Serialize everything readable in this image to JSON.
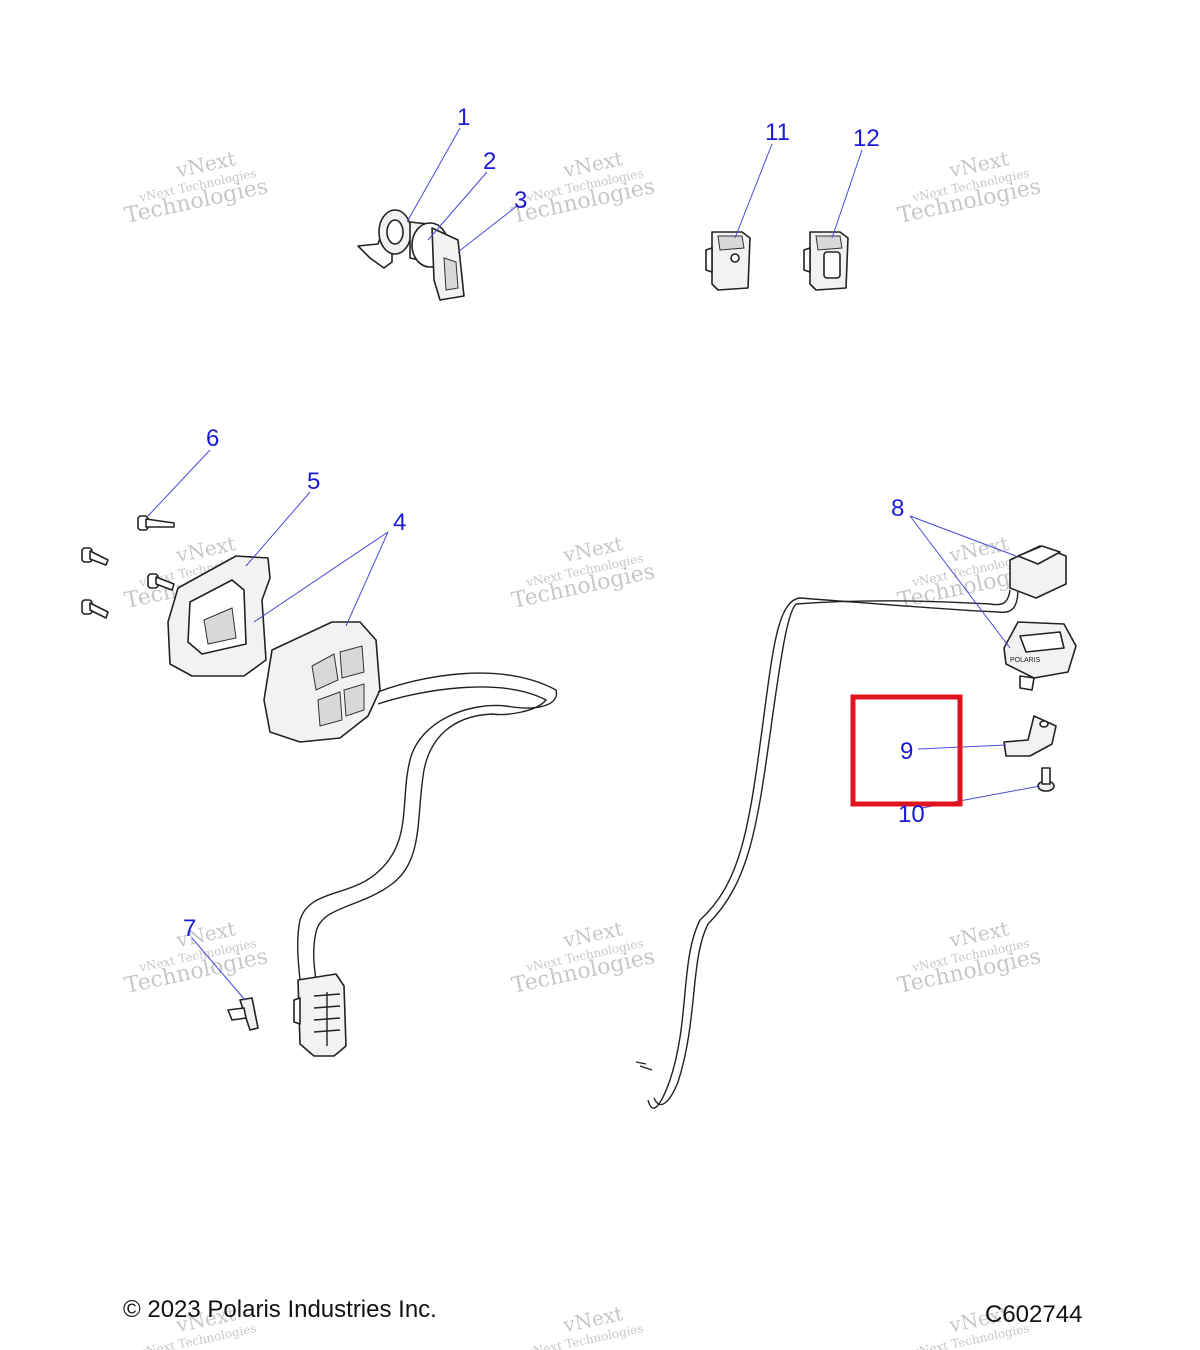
{
  "callouts": {
    "c1": "1",
    "c2": "2",
    "c3": "3",
    "c4": "4",
    "c5": "5",
    "c6": "6",
    "c7": "7",
    "c8": "8",
    "c9": "9",
    "c10": "10",
    "c11": "11",
    "c12": "12"
  },
  "watermark": {
    "line1": "vNext",
    "line2": "vNext Technologies",
    "line3": "Technologies"
  },
  "part_labels": {
    "switch_cover_logo": "POLARIS"
  },
  "footer": {
    "copyright": "© 2023 Polaris Industries Inc.",
    "code": "C602744"
  },
  "colors": {
    "callout": "#1a1ad6",
    "highlight": "#e0141e",
    "line": "#222222"
  }
}
